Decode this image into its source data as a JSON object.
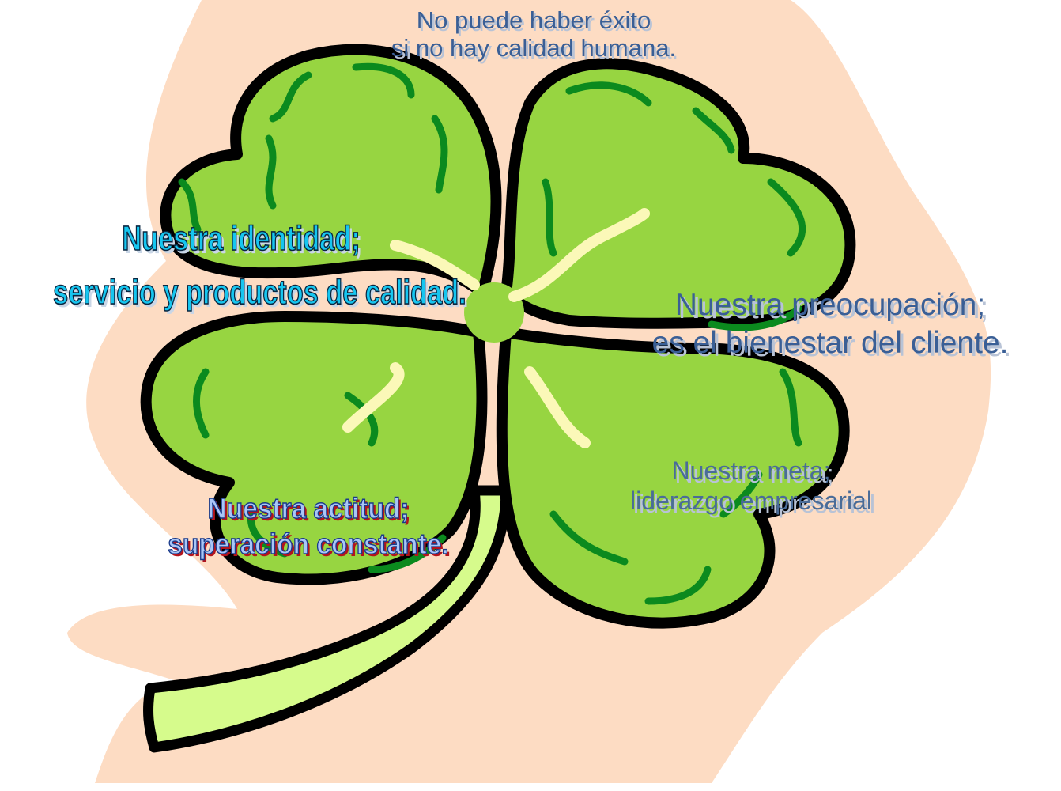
{
  "captions": {
    "top": {
      "line1": "No puede haber éxito",
      "line2": "si no hay calidad humana."
    },
    "identity": {
      "line1": "Nuestra identidad;",
      "line2": "servicio y productos de calidad."
    },
    "concern": {
      "line1": "Nuestra preocupación;",
      "line2": "es el bienestar del cliente."
    },
    "goal": {
      "line1": "Nuestra meta;",
      "line2": "liderazgo empresarial"
    },
    "attitude": {
      "line1": "Nuestra actitud;",
      "line2": "superación constante."
    }
  },
  "colors": {
    "backdrop": "#fddcc3",
    "leaf": "#97d541",
    "leaf_outline": "#000000",
    "vein_dark": "#0b8a1e",
    "highlight": "#fbf8b8",
    "stem": "#d6fb8c"
  },
  "illustration": {
    "icon": "four-leaf-clover-icon"
  }
}
